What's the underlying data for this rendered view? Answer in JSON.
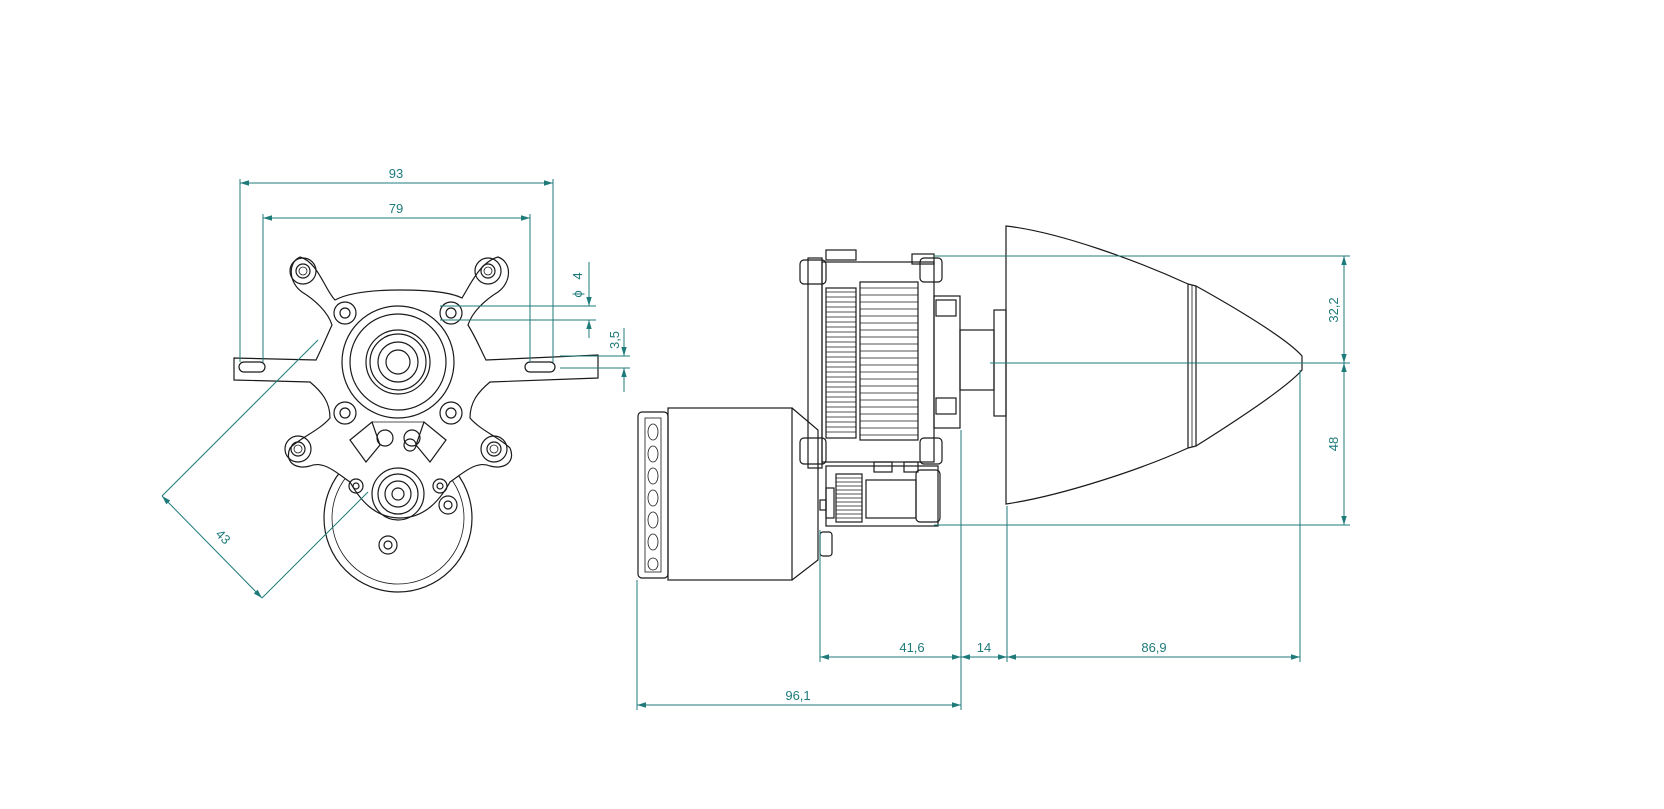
{
  "colors": {
    "dimension": "#1f7a7a",
    "line": "#1a1a1a",
    "background": "#ffffff"
  },
  "dimensions": {
    "front_view": {
      "overall_width": "93",
      "hole_spacing": "79",
      "hole_diameter": "4",
      "hole_diameter_symbol": "ϕ",
      "slot_offset": "3,5",
      "diagonal": "43"
    },
    "side_view": {
      "spinner_radius_upper": "32,2",
      "spinner_radius_lower": "48",
      "gearbox_length": "41,6",
      "gap": "14",
      "spinner_length": "86,9",
      "overall_length": "96,1"
    }
  }
}
